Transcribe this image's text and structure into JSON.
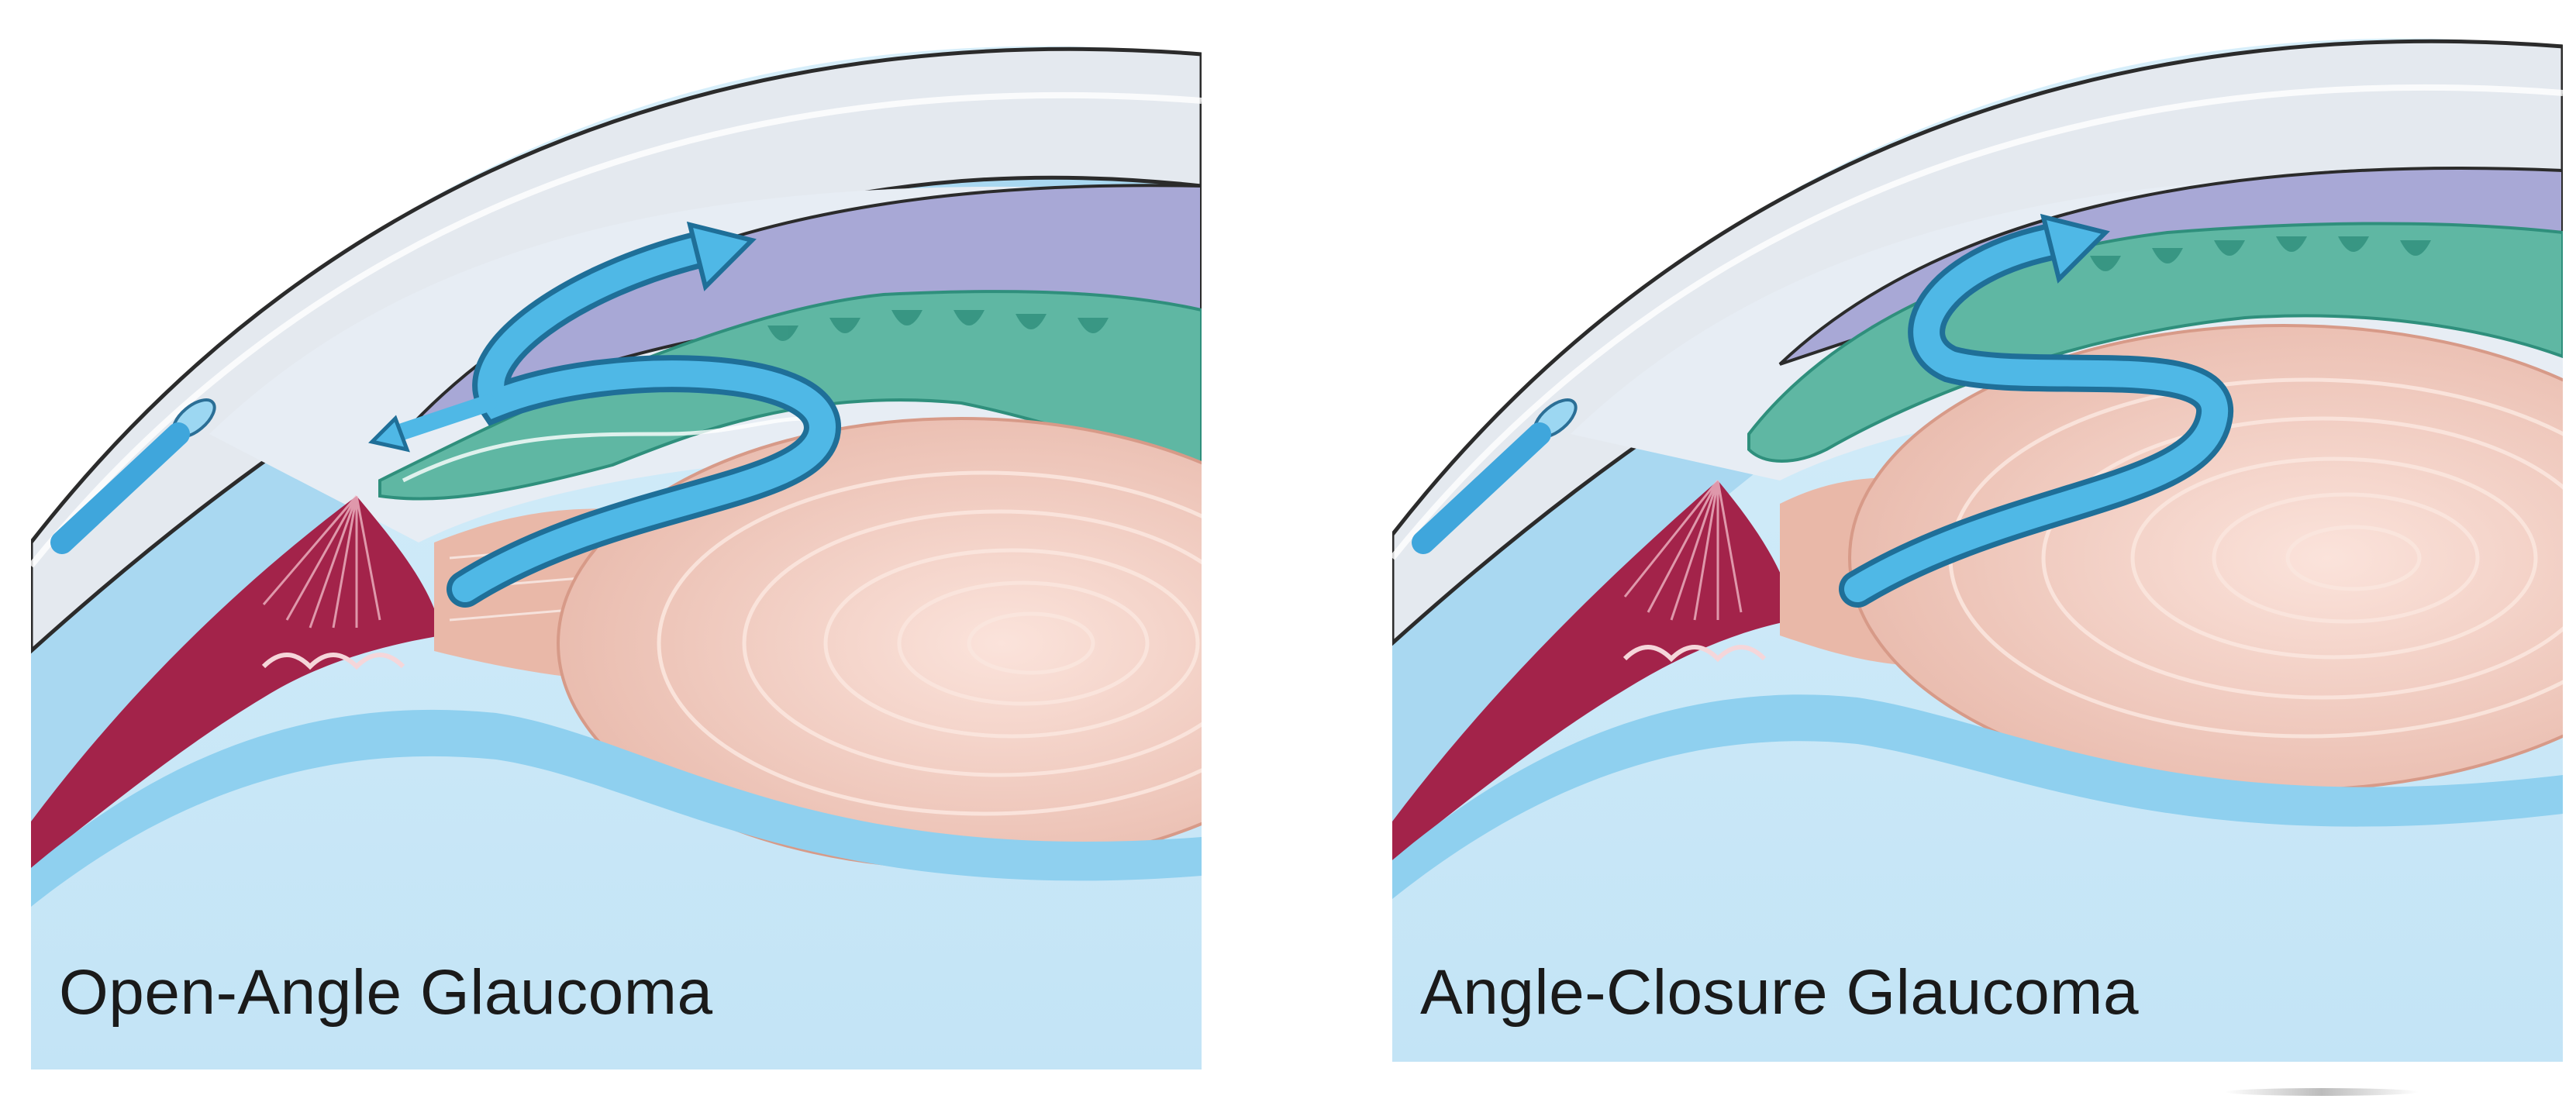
{
  "figure": {
    "panels": [
      {
        "id": "open-angle",
        "caption": "Open-Angle Glaucoma"
      },
      {
        "id": "angle-closure",
        "caption": "Angle-Closure Glaucoma"
      }
    ]
  },
  "colors": {
    "background": "#ffffff",
    "cornea": "#e4e9ef",
    "cornea_outline": "#2b2b2b",
    "sclera_blue": "#a9d8f1",
    "vitreous": "#cce8f7",
    "ciliary_body": "#a3234a",
    "ciliary_dark": "#7d1534",
    "iris_purple": "#a8a8d6",
    "iris_green": "#5fb7a3",
    "iris_green_dark": "#2f8f7c",
    "lens": "#eec5b8",
    "lens_rings": "#fbe6de",
    "flow_arrow": "#4fb8e6",
    "flow_arrow_edge": "#1f6f98",
    "caption_text": "#1a1a1a"
  },
  "icons": {
    "flow": "aqueous-flow-arrow-icon",
    "canal": "schlemm-canal-icon",
    "lens": "lens-icon"
  }
}
